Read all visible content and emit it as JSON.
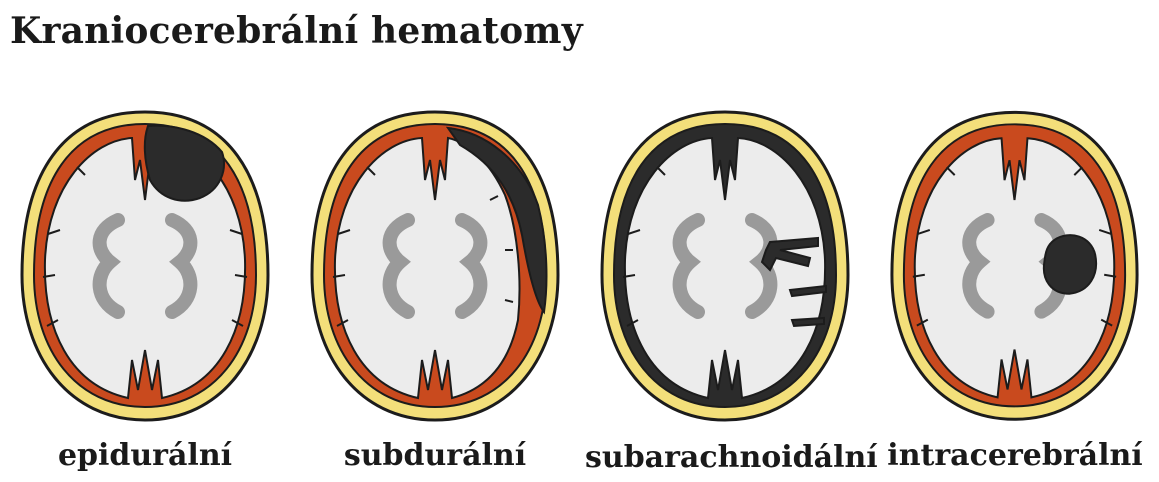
{
  "title": "Kraniocerebrální hematomy",
  "panels": [
    {
      "label": "epidurální",
      "hematoma_type": "epidural"
    },
    {
      "label": "subdurální",
      "hematoma_type": "subdural"
    },
    {
      "label": "subarachnoidální",
      "hematoma_type": "subarachnoid"
    },
    {
      "label": "intracerebrální",
      "hematoma_type": "intracerebral"
    }
  ],
  "colors": {
    "skull": "#f3df7a",
    "skull_outline": "#1c1c1c",
    "meninges": "#c94a1e",
    "meninges_dark": "#9b2f12",
    "brain": "#ececec",
    "ventricles": "#9a9a9a",
    "hematoma": "#2b2b2b"
  }
}
